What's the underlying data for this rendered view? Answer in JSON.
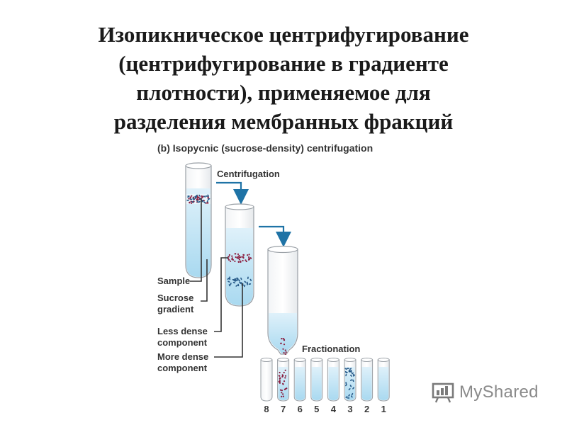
{
  "slide": {
    "title_lines": [
      "Изопикническое центрифугирование",
      "(центрифугирование в градиенте",
      "плотности), применяемое для",
      "разделения мембранных фракций"
    ]
  },
  "figure": {
    "heading": "(b)  Isopycnic (sucrose-density) centrifugation",
    "centrifugation_label": "Centrifugation",
    "fractionation_label": "Fractionation",
    "labels": {
      "sample": "Sample",
      "sucrose_line1": "Sucrose",
      "sucrose_line2": "gradient",
      "less_line1": "Less dense",
      "less_line2": "component",
      "more_line1": "More dense",
      "more_line2": "component"
    },
    "fraction_numbers": [
      "8",
      "7",
      "6",
      "5",
      "4",
      "3",
      "2",
      "1"
    ],
    "colors": {
      "liquid": "#bfe3f5",
      "liquid_light": "#e4f3fb",
      "arrow": "#1f73a6",
      "particles_red": "#8b1e3f",
      "particles_blue": "#2a5c8a",
      "leader_line": "#333333"
    }
  },
  "watermark": {
    "text": "MyShared",
    "icon": "presentation-board-icon"
  }
}
